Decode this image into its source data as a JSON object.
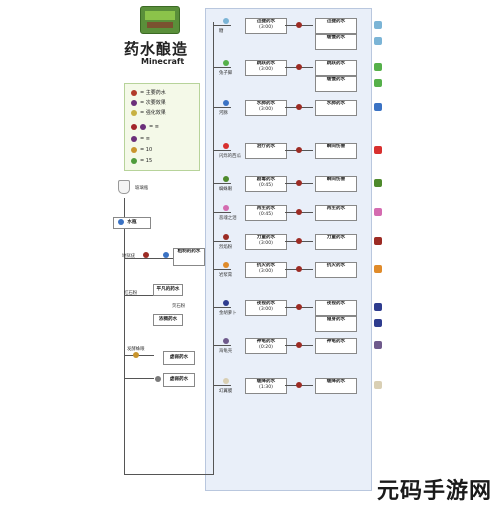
{
  "header": {
    "title": "药水酿造",
    "subtitle": "Minecraft"
  },
  "legend": {
    "items": [
      {
        "text": "= 主要药水",
        "color": "#b23b2b"
      },
      {
        "text": "= 次要效果",
        "color": "#6b2f7a"
      },
      {
        "text": "= 强化效果",
        "color": "#c7b142"
      }
    ],
    "potions": [
      {
        "text": "= ≡",
        "color": "#a2262a"
      },
      {
        "text": "= ≡",
        "color": "#6b2f7a"
      },
      {
        "text": "= 10",
        "color": "#c9952d"
      },
      {
        "text": "= 15",
        "color": "#4f9c3c"
      }
    ]
  },
  "left_flow": {
    "water_bottle": "玻璃瓶",
    "water": "水瓶",
    "awkward_ing": "地狱疣",
    "awkward": "粗制的药水",
    "thick_label": "荧石粉",
    "thick": "浓稠药水",
    "mundane_label": "红石粉",
    "mundane": "平凡的药水",
    "fermented_label": "发酵蛛眼",
    "weakness": "虚弱药水",
    "weakness_long": "虚弱药水"
  },
  "rows": [
    {
      "label": "糖",
      "name": "迅捷药水",
      "sub": "(3:00)",
      "out": [
        "迅捷药水",
        "缓慢药水"
      ],
      "out_color": "#7bb4d6"
    },
    {
      "label": "兔子脚",
      "name": "跳跃药水",
      "sub": "(3:00)",
      "out": [
        "跳跃药水",
        "缓慢药水"
      ],
      "out_color": "#55b04a"
    },
    {
      "label": "河豚",
      "name": "水肺药水",
      "sub": "(3:00)",
      "out": [
        "水肺药水"
      ],
      "out_color": "#3a72c4"
    },
    {
      "label": "闪烁的西瓜",
      "name": "治疗药水",
      "sub": "",
      "out": [
        "瞬间伤害"
      ],
      "out_color": "#d8302f"
    },
    {
      "label": "蜘蛛眼",
      "name": "剧毒药水",
      "sub": "(0:45)",
      "out": [
        "瞬间伤害"
      ],
      "out_color": "#4e8a2c"
    },
    {
      "label": "恶魂之泪",
      "name": "再生药水",
      "sub": "(0:45)",
      "out": [
        "再生药水"
      ],
      "out_color": "#d46bb0"
    },
    {
      "label": "烈焰粉",
      "name": "力量药水",
      "sub": "(3:00)",
      "out": [
        "力量药水"
      ],
      "out_color": "#9c2b24"
    },
    {
      "label": "岩浆膏",
      "name": "抗火药水",
      "sub": "(3:00)",
      "out": [
        "抗火药水"
      ],
      "out_color": "#e08b2a"
    },
    {
      "label": "金胡萝卜",
      "name": "夜视药水",
      "sub": "(3:00)",
      "out": [
        "夜视药水",
        "隐身药水"
      ],
      "out_color": "#2e3c8f"
    },
    {
      "label": "海龟壳",
      "name": "神龟药水",
      "sub": "(0:20)",
      "out": [
        "神龟药水"
      ],
      "out_color": "#6f5a8c"
    },
    {
      "label": "幻翼膜",
      "name": "缓降药水",
      "sub": "(1:30)",
      "out": [
        "缓降药水"
      ],
      "out_color": "#d9cfb4"
    }
  ],
  "watermark": "元码手游网",
  "colors": {
    "panel": "#e9eff9",
    "legend_bg": "#f4f9e8"
  }
}
